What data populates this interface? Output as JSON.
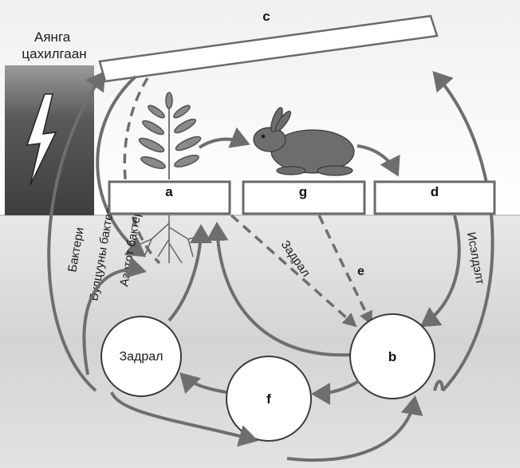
{
  "labels": {
    "lightning": [
      "Аянга",
      "цахилгаан"
    ],
    "box_c": "c",
    "box_a": "a",
    "box_g": "g",
    "box_d": "d",
    "circle_b": "b",
    "circle_f": "f",
    "circle_decay": "Задрал",
    "arrow_bacteria": "Бактери",
    "arrow_nodule_bacteria": "Булцууны бактери",
    "arrow_azotobacter": "Азотот бактери",
    "arrow_decay": "Задрал",
    "arrow_excretion": "Исэлдэлт",
    "arrow_e": "e"
  },
  "colors": {
    "arrow": "#6e6e6e",
    "box_stroke": "#6a6a6a",
    "sky_dark": "#4a4a4a",
    "ground": "#d9d9d9"
  },
  "icons": [
    "lightning-icon",
    "plant-icon",
    "rabbit-icon",
    "roots-icon"
  ]
}
